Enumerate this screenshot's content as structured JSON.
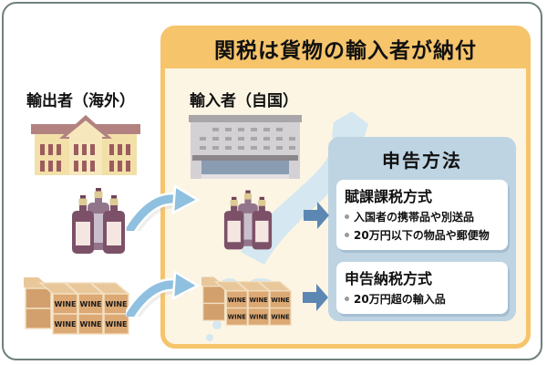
{
  "title": "関税は貨物の輸入者が納付",
  "exporter": {
    "label": "輸出者（海外）"
  },
  "importer": {
    "label": "輸入者（自国）"
  },
  "goods": {
    "wine_box_label": "WINE"
  },
  "declaration": {
    "title": "申告方法",
    "methods": [
      {
        "name": "賦課課税方式",
        "items": [
          "入国者の携帯品や別送品",
          "20万円以下の物品や郵便物"
        ]
      },
      {
        "name": "申告納税方式",
        "items": [
          "20万円超の輸入品"
        ]
      }
    ]
  },
  "colors": {
    "outer_border": "#6F807E",
    "panel_orange": "#F6C46B",
    "panel_cream": "#FCF5E4",
    "declaration_bg": "#BED4E2",
    "arrow_solid": "#5C87B2",
    "arrow_swoosh": "#8FC0DF",
    "japan_map": "#D5E7F0"
  }
}
